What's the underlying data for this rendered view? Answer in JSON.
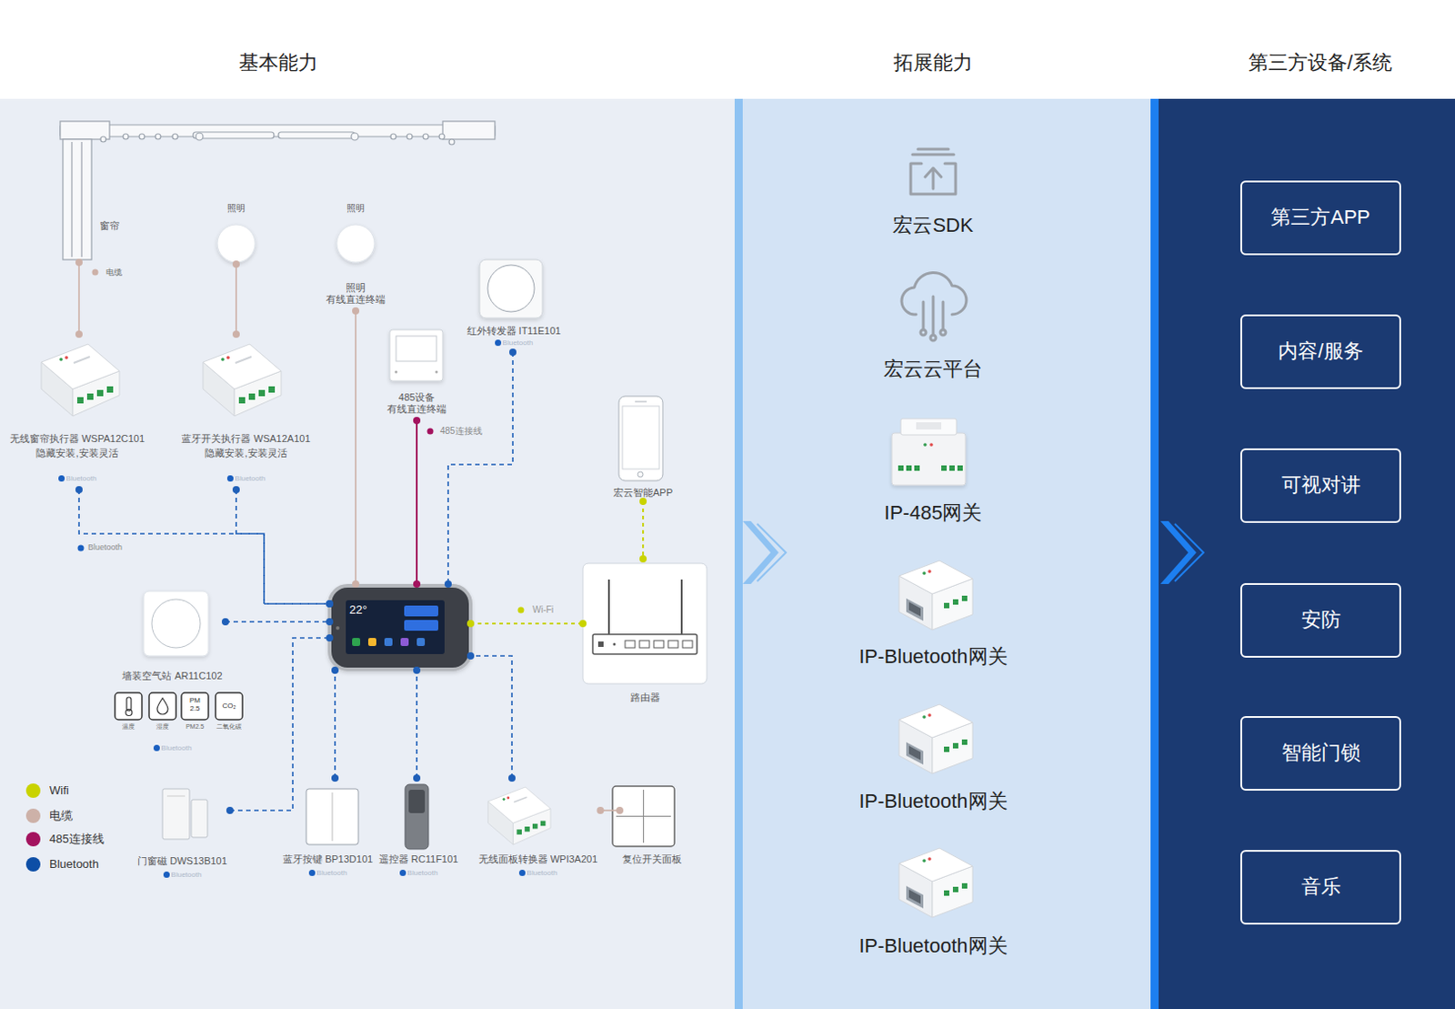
{
  "diagram": {
    "nodes": [
      {
        "text": [
          "基本能力"
        ]
      },
      {
        "text": [
          "窗帘"
        ],
        "in": 0
      },
      {
        "text": [
          "照明"
        ],
        "in": 0
      },
      {
        "text": [
          "照明",
          "照明 有线直连终端"
        ],
        "in": 0
      },
      {
        "text": [
          "红外转发器 IT11E101",
          "Bluetooth"
        ],
        "in": 0
      },
      {
        "text": [
          "485设备 有线直连终端"
        ],
        "in": 0
      },
      {
        "text": [
          "无线窗帘执行器 WSPA12C101",
          "隐藏安装,安装灵活",
          "Bluetooth"
        ],
        "in": 0
      },
      {
        "text": [
          "蓝牙开关执行器 WSA12A101",
          "隐藏安装,安装灵活",
          "Bluetooth"
        ],
        "in": 0
      },
      {
        "text": [
          "宏云智能APP"
        ],
        "in": 0
      },
      {
        "text": [
          "22°"
        ],
        "in": 0
      },
      {
        "text": [
          "路由器"
        ],
        "in": 0
      },
      {
        "text": [
          "墙装空气站 AR11C102",
          "Bluetooth"
        ],
        "in": 0
      },
      {
        "text": [
          "门窗磁 DWS13B101",
          "Bluetooth"
        ],
        "in": 0
      },
      {
        "text": [
          "蓝牙按键 BP13D101",
          "Bluetooth"
        ],
        "in": 0
      },
      {
        "text": [
          "遥控器 RC11F101",
          "Bluetooth"
        ],
        "in": 0
      },
      {
        "text": [
          "无线面板转换器 WPI3A201",
          "Bluetooth"
        ],
        "in": 0
      },
      {
        "text": [
          "复位开关面板"
        ],
        "in": 0
      },
      {
        "text": [
          "拓展能力"
        ]
      },
      {
        "text": [
          "宏云SDK"
        ],
        "in": 17
      },
      {
        "text": [
          "宏云云平台"
        ],
        "in": 17
      },
      {
        "text": [
          "IP-485网关"
        ],
        "in": 17
      },
      {
        "text": [
          "IP-Bluetooth网关"
        ],
        "in": 17
      },
      {
        "text": [
          "IP-Bluetooth网关"
        ],
        "in": 17
      },
      {
        "text": [
          "IP-Bluetooth网关"
        ],
        "in": 17
      },
      {
        "text": [
          "第三方设备/系统"
        ]
      },
      {
        "text": [
          "第三方APP"
        ],
        "in": 24
      },
      {
        "text": [
          "内容/服务"
        ],
        "in": 24
      },
      {
        "text": [
          "可视对讲"
        ],
        "in": 24
      },
      {
        "text": [
          "安防"
        ],
        "in": 24
      },
      {
        "text": [
          "智能门锁"
        ],
        "in": 24
      },
      {
        "text": [
          "音乐"
        ],
        "in": 24
      }
    ],
    "edges": [
      {
        "from": 1,
        "to": 6,
        "arrow": "none",
        "label": "电缆"
      },
      {
        "from": 2,
        "to": 7,
        "arrow": "none"
      },
      {
        "from": 3,
        "to": 9,
        "arrow": "none"
      },
      {
        "from": 5,
        "to": 9,
        "arrow": "none",
        "label": "485连接线"
      },
      {
        "from": 4,
        "to": 9,
        "arrow": "none"
      },
      {
        "from": 6,
        "to": 9,
        "arrow": "none"
      },
      {
        "from": 7,
        "to": 9,
        "arrow": "none"
      },
      {
        "from": 8,
        "to": 10,
        "arrow": "none"
      },
      {
        "from": 9,
        "to": 10,
        "arrow": "none",
        "label": "Wi-Fi"
      },
      {
        "from": 11,
        "to": 9,
        "arrow": "none"
      },
      {
        "from": 12,
        "to": 9,
        "arrow": "none"
      },
      {
        "from": 13,
        "to": 9,
        "arrow": "none"
      },
      {
        "from": 14,
        "to": 9,
        "arrow": "none"
      },
      {
        "from": 15,
        "to": 9,
        "arrow": "none"
      },
      {
        "from": 16,
        "to": 15,
        "arrow": "none"
      }
    ],
    "labels": [
      "Bluetooth",
      "PM 2.5",
      "CO₂",
      "温度",
      "湿度",
      "PM2.5",
      "二氧化碳"
    ],
    "legend": [
      {
        "text": "Wifi",
        "color": "#c9d300"
      },
      {
        "text": "电缆",
        "color": "#cdb1a8"
      },
      {
        "text": "485连接线",
        "color": "#a3125e"
      },
      {
        "text": "Bluetooth",
        "color": "#0d4ea6"
      }
    ]
  }
}
